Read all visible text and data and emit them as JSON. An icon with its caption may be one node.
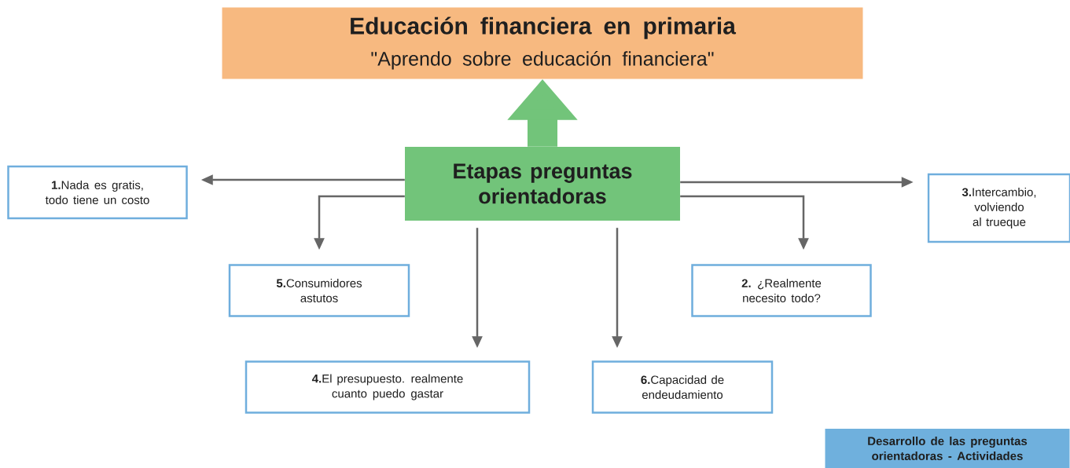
{
  "diagram": {
    "nodes": [
      {
        "text": [
          "Educación financiera en primaria",
          "\"Aprendo sobre educación financiera\""
        ]
      },
      {
        "text": [
          "Etapas preguntas orientadoras"
        ]
      },
      {
        "text": [
          "**1.**Nada es gratis, todo tiene un costo"
        ]
      },
      {
        "text": [
          "**3.**Intercambio, volviendo al trueque"
        ]
      },
      {
        "text": [
          "**5.**Consumidores astutos"
        ]
      },
      {
        "text": [
          "**2.** ¿Realmente necesito todo?"
        ]
      },
      {
        "text": [
          "**4.**El presupuesto. realmente cuanto puedo gastar"
        ]
      },
      {
        "text": [
          "**6.**Capacidad de endeudamiento"
        ]
      },
      {
        "text": [
          "Desarrollo de las preguntas orientadoras - Actividades"
        ]
      }
    ],
    "edges": [
      {
        "from": 1,
        "to": 0,
        "arrow": "to",
        "style": "thick",
        "color": "#72c47a"
      },
      {
        "from": 1,
        "to": 2,
        "arrow": "to"
      },
      {
        "from": 1,
        "to": 3,
        "arrow": "to"
      },
      {
        "from": 1,
        "to": 4,
        "arrow": "to"
      },
      {
        "from": 1,
        "to": 5,
        "arrow": "to"
      },
      {
        "from": 1,
        "to": 6,
        "arrow": "to"
      },
      {
        "from": 1,
        "to": 7,
        "arrow": "to"
      }
    ]
  }
}
